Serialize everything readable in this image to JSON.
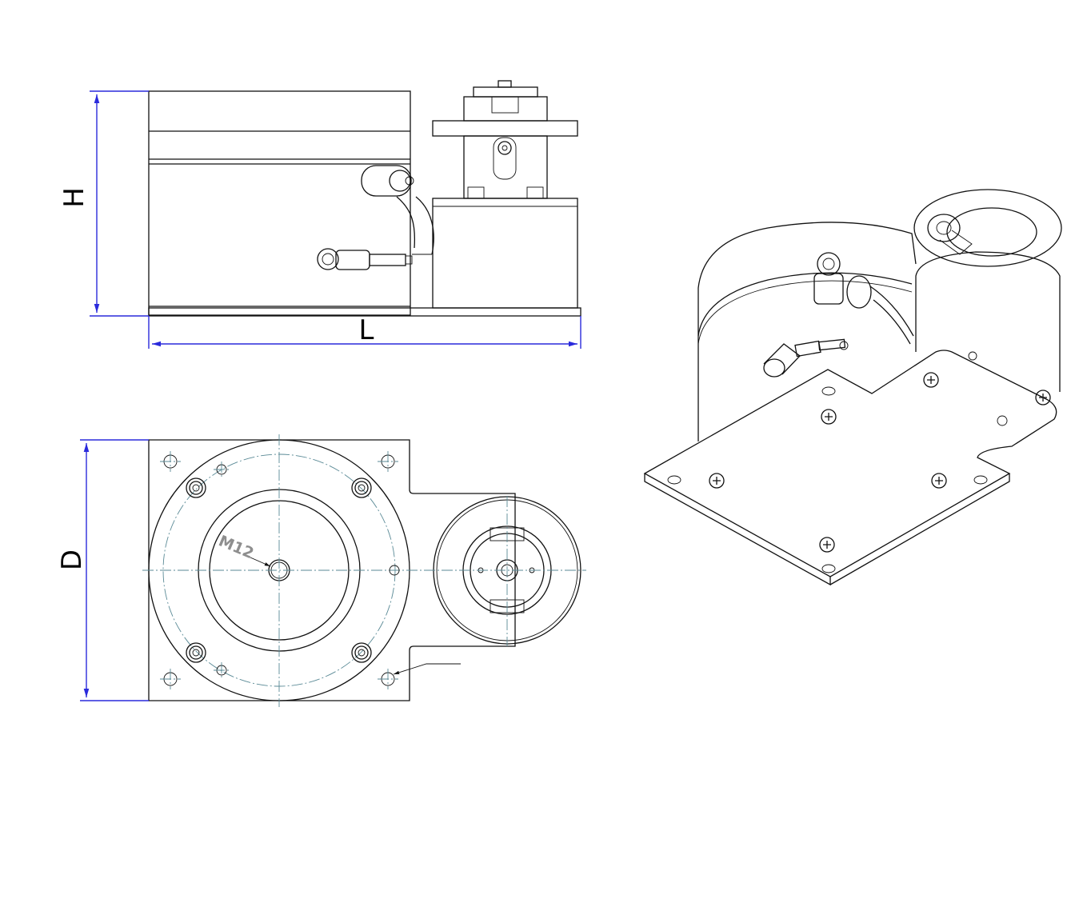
{
  "dimensions": {
    "height_label": "H",
    "length_label": "L",
    "depth_label": "D"
  },
  "annotations": {
    "thread_label": "M12"
  },
  "colors": {
    "dimension_line": "#2a2adc",
    "center_line": "#5a8a96",
    "outline": "#111111",
    "note_text": "#8e8e8e"
  },
  "views": [
    "front-view",
    "top-view",
    "isometric-view"
  ]
}
